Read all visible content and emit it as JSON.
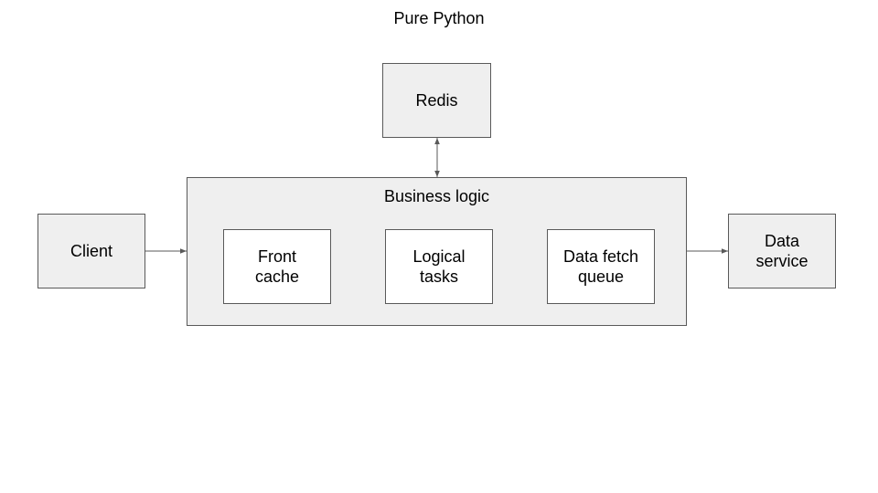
{
  "title": "Pure Python",
  "nodes": {
    "redis": "Redis",
    "client": "Client",
    "business_logic": "Business logic",
    "front_cache": "Front\ncache",
    "logical_tasks": "Logical\ntasks",
    "data_fetch_queue": "Data fetch\nqueue",
    "data_service": "Data\nservice"
  },
  "edges": [
    {
      "from": "client",
      "to": "business_logic",
      "direction": "forward"
    },
    {
      "from": "business_logic",
      "to": "data_service",
      "direction": "forward"
    },
    {
      "from": "redis",
      "to": "business_logic",
      "direction": "both"
    }
  ],
  "colors": {
    "box_fill": "#efefef",
    "inner_fill": "#ffffff",
    "border": "#595959",
    "arrow": "#595959"
  }
}
